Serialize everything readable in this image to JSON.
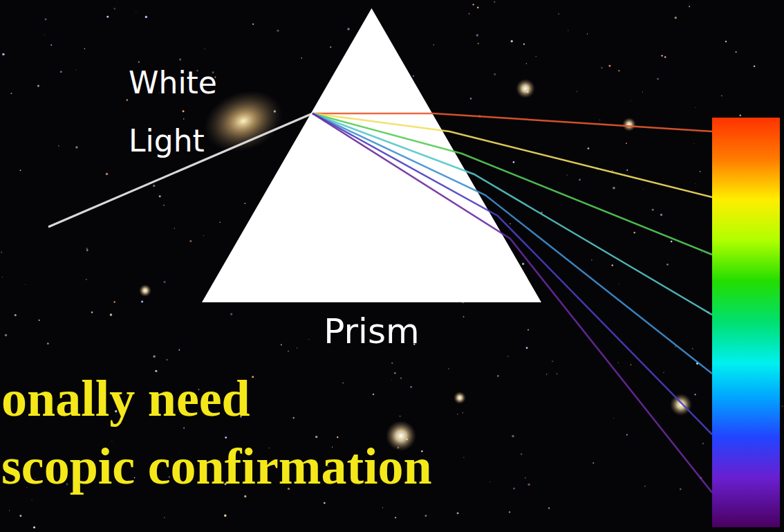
{
  "diagram": {
    "nodes": [
      {
        "text": [
          "Prism"
        ]
      }
    ],
    "labels": [
      "White Light",
      "onally need",
      "scopic confirmation"
    ]
  }
}
